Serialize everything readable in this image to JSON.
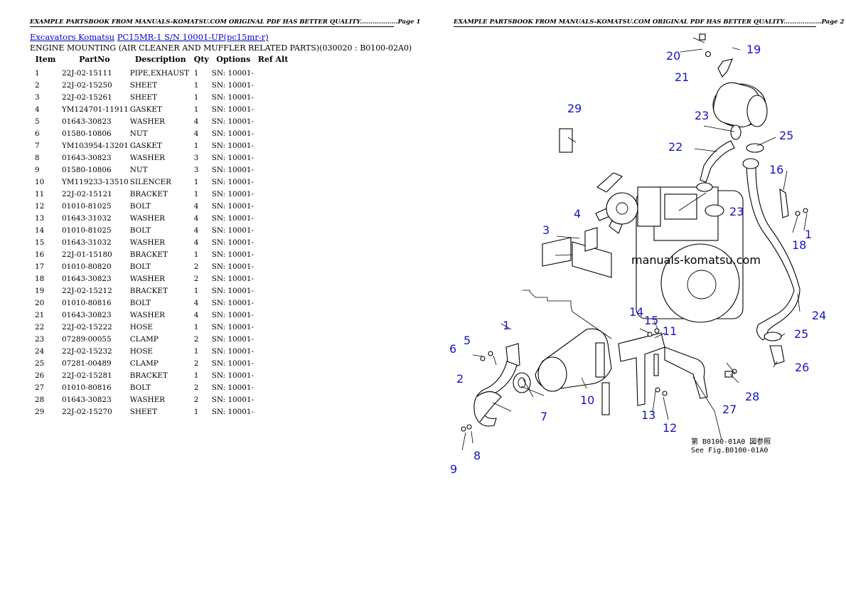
{
  "page1": {
    "header": "EXAMPLE PARTSBOOK FROM MANUALS-KOMATSU.COM ORIGINAL PDF HAS BETTER QUALITY..................Page 1",
    "breadcrumbs": [
      "Excavators Komatsu",
      "PC15MR-1 S/N 10001-UP(pc15mr-r)"
    ],
    "section_title": "ENGINE MOUNTING (AIR CLEANER AND MUFFLER RELATED PARTS)(030020 : B0100-02A0)",
    "columns": [
      "Item",
      "PartNo",
      "Description",
      "Qty",
      "Options",
      "Ref Alt"
    ],
    "rows": [
      [
        "1",
        "22J-02-15111",
        "PIPE,EXHAUST",
        "1",
        "SN: 10001-",
        ""
      ],
      [
        "2",
        "22J-02-15250",
        "SHEET",
        "1",
        "SN: 10001-",
        ""
      ],
      [
        "3",
        "22J-02-15261",
        "SHEET",
        "1",
        "SN: 10001-",
        ""
      ],
      [
        "4",
        "YM124701-11911",
        "GASKET",
        "1",
        "SN: 10001-",
        ""
      ],
      [
        "5",
        "01643-30823",
        "WASHER",
        "4",
        "SN: 10001-",
        ""
      ],
      [
        "6",
        "01580-10806",
        "NUT",
        "4",
        "SN: 10001-",
        ""
      ],
      [
        "7",
        "YM103954-13201",
        "GASKET",
        "1",
        "SN: 10001-",
        ""
      ],
      [
        "8",
        "01643-30823",
        "WASHER",
        "3",
        "SN: 10001-",
        ""
      ],
      [
        "9",
        "01580-10806",
        "NUT",
        "3",
        "SN: 10001-",
        ""
      ],
      [
        "10",
        "YM119233-13510",
        "SILENCER",
        "1",
        "SN: 10001-",
        ""
      ],
      [
        "11",
        "22J-02-15121",
        "BRACKET",
        "1",
        "SN: 10001-",
        ""
      ],
      [
        "12",
        "01010-81025",
        "BOLT",
        "4",
        "SN: 10001-",
        ""
      ],
      [
        "13",
        "01643-31032",
        "WASHER",
        "4",
        "SN: 10001-",
        ""
      ],
      [
        "14",
        "01010-81025",
        "BOLT",
        "4",
        "SN: 10001-",
        ""
      ],
      [
        "15",
        "01643-31032",
        "WASHER",
        "4",
        "SN: 10001-",
        ""
      ],
      [
        "16",
        "22J-01-15180",
        "BRACKET",
        "1",
        "SN: 10001-",
        ""
      ],
      [
        "17",
        "01010-80820",
        "BOLT",
        "2",
        "SN: 10001-",
        ""
      ],
      [
        "18",
        "01643-30823",
        "WASHER",
        "2",
        "SN: 10001-",
        ""
      ],
      [
        "19",
        "22J-02-15212",
        "BRACKET",
        "1",
        "SN: 10001-",
        ""
      ],
      [
        "20",
        "01010-80816",
        "BOLT",
        "4",
        "SN: 10001-",
        ""
      ],
      [
        "21",
        "01643-30823",
        "WASHER",
        "4",
        "SN: 10001-",
        ""
      ],
      [
        "22",
        "22J-02-15222",
        "HOSE",
        "1",
        "SN: 10001-",
        ""
      ],
      [
        "23",
        "07289-00055",
        "CLAMP",
        "2",
        "SN: 10001-",
        ""
      ],
      [
        "24",
        "22J-02-15232",
        "HOSE",
        "1",
        "SN: 10001-",
        ""
      ],
      [
        "25",
        "07281-00489",
        "CLAMP",
        "2",
        "SN: 10001-",
        ""
      ],
      [
        "26",
        "22J-02-15281",
        "BRACKET",
        "1",
        "SN: 10001-",
        ""
      ],
      [
        "27",
        "01010-80816",
        "BOLT",
        "2",
        "SN: 10001-",
        ""
      ],
      [
        "28",
        "01643-30823",
        "WASHER",
        "2",
        "SN: 10001-",
        ""
      ],
      [
        "29",
        "22J-02-15270",
        "SHEET",
        "1",
        "SN: 10001-",
        ""
      ]
    ]
  },
  "page2": {
    "header": "EXAMPLE PARTSBOOK FROM MANUALS-KOMATSU.COM ORIGINAL PDF HAS BETTER QUALITY..................Page 2",
    "watermark": "manuals-komatsu.com",
    "note_line1": "第 B0100-01A0 図参照",
    "note_line2": "See Fig.B0100-01A0",
    "callouts": [
      "1",
      "2",
      "3",
      "4",
      "5",
      "6",
      "7",
      "8",
      "9",
      "10",
      "11",
      "12",
      "13",
      "14",
      "15",
      "16",
      "1",
      "18",
      "19",
      "20",
      "21",
      "22",
      "23",
      "23",
      "24",
      "25",
      "25",
      "26",
      "27",
      "28",
      "29"
    ],
    "callout_color": "#1515c8"
  }
}
